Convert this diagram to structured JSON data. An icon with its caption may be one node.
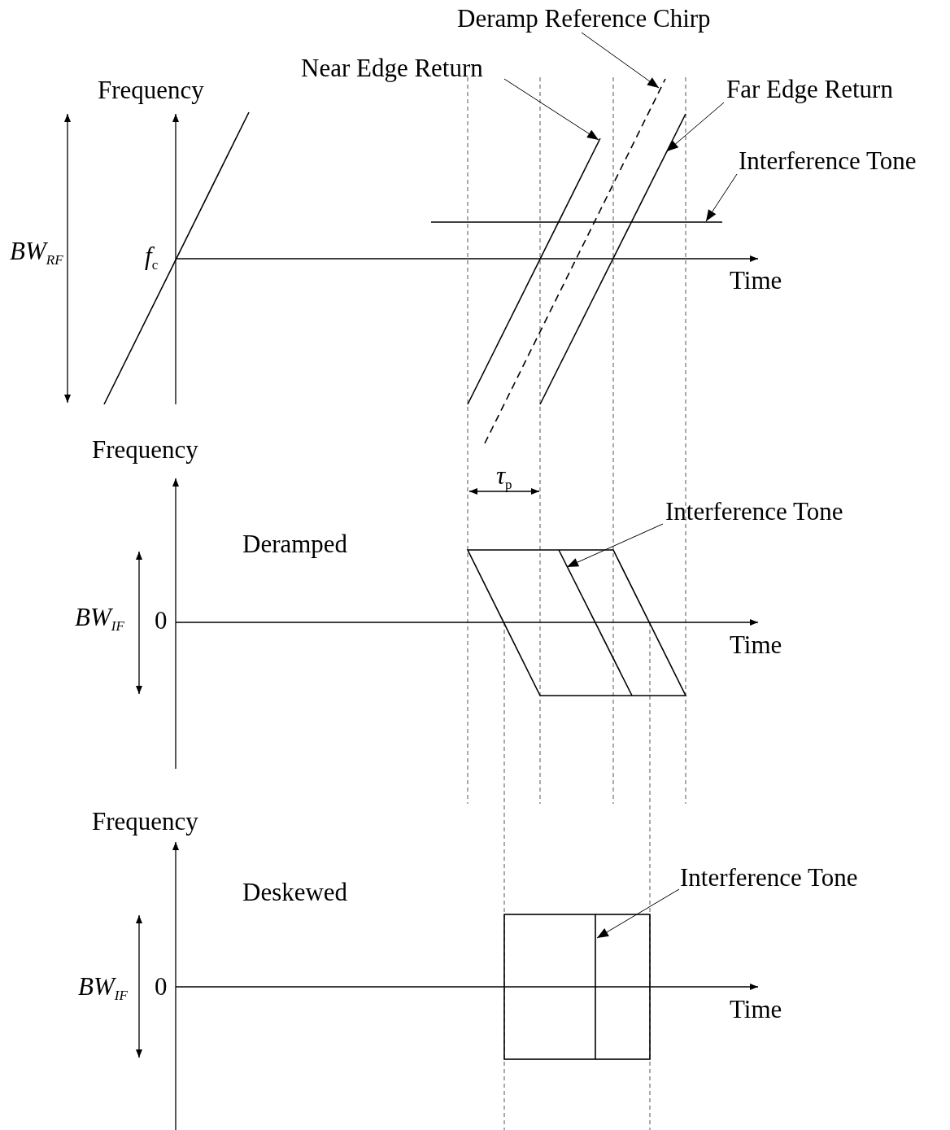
{
  "diagram": {
    "nodes": [
      {
        "text": [
          "Deramp Reference Chirp"
        ]
      },
      {
        "text": [],
        "shape": "line"
      },
      {
        "text": [
          "Near Edge Return"
        ]
      },
      {
        "text": [],
        "shape": "line"
      },
      {
        "text": [
          "Far Edge Return"
        ]
      },
      {
        "text": [],
        "shape": "line"
      },
      {
        "text": [
          "Interference Tone"
        ]
      },
      {
        "text": [],
        "shape": "line"
      },
      {
        "text": [
          "Interference Tone"
        ]
      },
      {
        "text": [],
        "shape": "line"
      },
      {
        "text": [
          "Interference Tone"
        ]
      },
      {
        "text": [],
        "shape": "line"
      }
    ],
    "edges": [
      {
        "from": 0,
        "to": 1,
        "arrow": "to"
      },
      {
        "from": 2,
        "to": 3,
        "arrow": "to"
      },
      {
        "from": 4,
        "to": 5,
        "arrow": "to"
      },
      {
        "from": 6,
        "to": 7,
        "arrow": "to"
      },
      {
        "from": 8,
        "to": 9,
        "arrow": "to"
      },
      {
        "from": 10,
        "to": 11,
        "arrow": "to"
      }
    ],
    "labels": [
      "Frequency",
      "BW$_{RF}$",
      "*f*$_{c}$",
      "Time",
      "Frequency",
      "*τ*$_{p}$",
      "Deramped",
      "BW$_{IF}$",
      "0",
      "Time",
      "Frequency",
      "Deskewed",
      "BW$_{IF}$",
      "0",
      "Time"
    ]
  }
}
